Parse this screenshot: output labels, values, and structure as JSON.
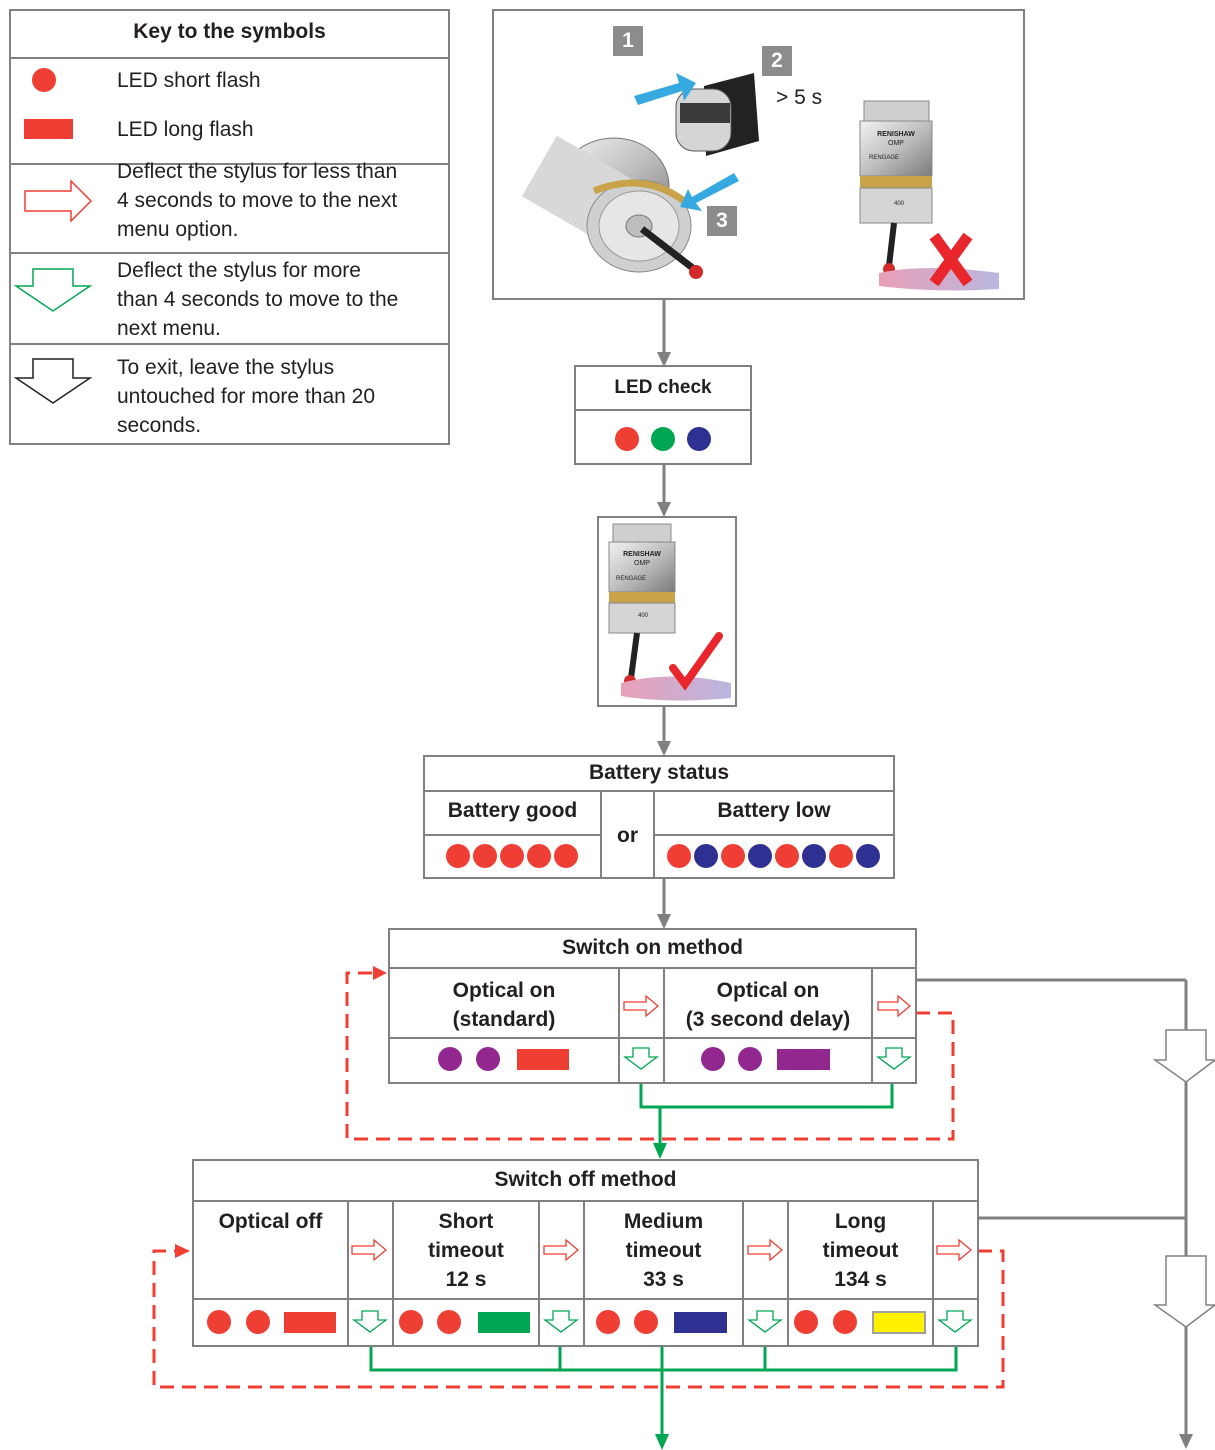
{
  "colors": {
    "red": "#ef3e33",
    "green": "#00a651",
    "blue": "#2e3192",
    "purple": "#92278f",
    "yellow": "#fff200",
    "grey": "#808080",
    "dashed_red": "#ef3e33",
    "green_line": "#00a651"
  },
  "key": {
    "title": "Key to the symbols",
    "items": [
      {
        "symbol": "red-dot-icon",
        "text": "LED short flash"
      },
      {
        "symbol": "red-bar-icon",
        "text": "LED long flash"
      },
      {
        "symbol": "red-right-arrow-icon",
        "lines": [
          "Deflect the stylus for less than",
          "4 seconds to move to the next",
          "menu option."
        ]
      },
      {
        "symbol": "green-down-arrow-icon",
        "lines": [
          "Deflect the stylus for more",
          "than 4 seconds to move to the",
          "next menu."
        ]
      },
      {
        "symbol": "black-down-arrow-icon",
        "lines": [
          "To exit, leave the stylus",
          "untouched for more than 20",
          "seconds."
        ]
      }
    ]
  },
  "battery_insert": {
    "steps": [
      "1",
      "2",
      "3"
    ],
    "step2_note": "> 5 s",
    "probe_label_brand": "RENISHAW",
    "probe_label_model": "OMP",
    "probe_label_sub": "RENGAGE",
    "probe_label_number": "400"
  },
  "led_check": {
    "title": "LED check",
    "dots": [
      "red",
      "green",
      "blue"
    ]
  },
  "battery_status": {
    "title": "Battery status",
    "good_label": "Battery good",
    "or_label": "or",
    "low_label": "Battery low",
    "good_flash": [
      "red",
      "red",
      "red",
      "red",
      "red"
    ],
    "low_flash": [
      "red",
      "blue",
      "red",
      "blue",
      "red",
      "blue",
      "red",
      "blue"
    ]
  },
  "switch_on": {
    "title": "Switch on method",
    "options": [
      {
        "lines": [
          "Optical on",
          "(standard)"
        ],
        "flash": [
          "purple-dot",
          "purple-dot",
          "red-bar"
        ]
      },
      {
        "lines": [
          "Optical on",
          "(3 second delay)"
        ],
        "flash": [
          "purple-dot",
          "purple-dot",
          "purple-bar"
        ]
      }
    ]
  },
  "switch_off": {
    "title": "Switch off method",
    "options": [
      {
        "lines": [
          "Optical off"
        ],
        "flash": [
          "red-dot",
          "red-dot",
          "red-bar"
        ]
      },
      {
        "lines": [
          "Short",
          "timeout",
          "12 s"
        ],
        "flash": [
          "red-dot",
          "red-dot",
          "green-bar"
        ]
      },
      {
        "lines": [
          "Medium",
          "timeout",
          "33 s"
        ],
        "flash": [
          "red-dot",
          "red-dot",
          "blue-bar"
        ]
      },
      {
        "lines": [
          "Long",
          "timeout",
          "134 s"
        ],
        "flash": [
          "red-dot",
          "red-dot",
          "yellow-bar"
        ]
      }
    ]
  }
}
